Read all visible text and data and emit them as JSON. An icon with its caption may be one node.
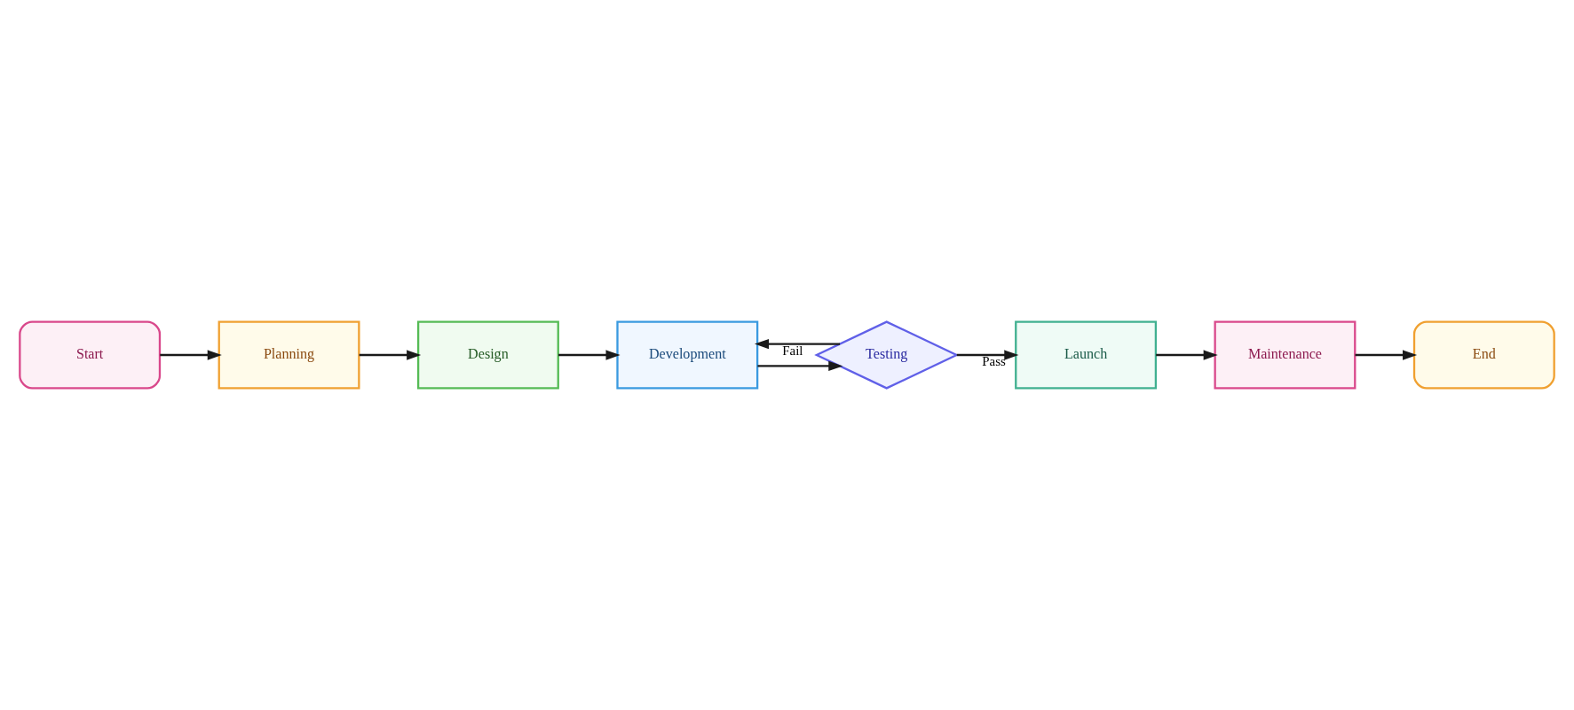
{
  "diagram": {
    "nodes": [
      {
        "text": [
          "Start"
        ]
      },
      {
        "text": [
          "Planning"
        ]
      },
      {
        "text": [
          "Design"
        ]
      },
      {
        "text": [
          "Development"
        ]
      },
      {
        "text": [
          "Testing"
        ]
      },
      {
        "text": [
          "Launch"
        ]
      },
      {
        "text": [
          "Maintenance"
        ]
      },
      {
        "text": [
          "End"
        ]
      }
    ],
    "edges": [
      {
        "from": 0,
        "to": 1,
        "arrow": "to"
      },
      {
        "from": 1,
        "to": 2,
        "arrow": "to"
      },
      {
        "from": 2,
        "to": 3,
        "arrow": "to"
      },
      {
        "from": 3,
        "to": 4,
        "arrow": "to"
      },
      {
        "from": 4,
        "to": 5,
        "arrow": "to",
        "label": "Pass"
      },
      {
        "from": 4,
        "to": 3,
        "arrow": "to",
        "label": "Fail"
      },
      {
        "from": 5,
        "to": 6,
        "arrow": "to"
      },
      {
        "from": 6,
        "to": 7,
        "arrow": "to"
      }
    ]
  }
}
